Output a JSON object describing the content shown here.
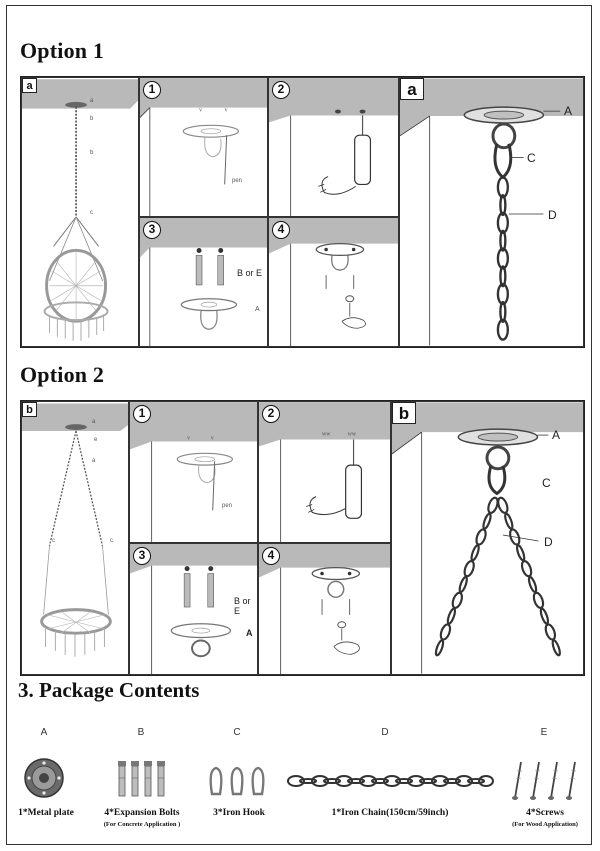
{
  "option1": {
    "heading": "Option 1",
    "panel_a_tag": "a",
    "steps": [
      "1",
      "2",
      "3",
      "4"
    ],
    "overview_labels": [
      "a",
      "b",
      "b",
      "c"
    ],
    "step1_label": "pen",
    "step3_label": "B or E",
    "step3_plate": "A",
    "detail_tag": "a",
    "detail_labels": {
      "a": "A",
      "c": "C",
      "d": "D"
    }
  },
  "option2": {
    "heading": "Option 2",
    "panel_b_tag": "b",
    "steps": [
      "1",
      "2",
      "3",
      "4"
    ],
    "overview_labels": [
      "a",
      "e",
      "a",
      "c",
      "c"
    ],
    "step1_label": "pen",
    "step3_label": "B or E",
    "step3_plate": "A",
    "detail_tag": "b",
    "detail_labels": {
      "a": "A",
      "c": "C",
      "d": "D"
    }
  },
  "package": {
    "heading": "3. Package Contents",
    "items": [
      {
        "letter": "A",
        "caption": "1*Metal plate",
        "sub": ""
      },
      {
        "letter": "B",
        "caption": "4*Expansion Bolts",
        "sub": "(For Concrete Application )"
      },
      {
        "letter": "C",
        "caption": "3*Iron Hook",
        "sub": ""
      },
      {
        "letter": "D",
        "caption": "1*Iron Chain(150cm/59inch)",
        "sub": ""
      },
      {
        "letter": "E",
        "caption": "4*Screws",
        "sub": "(For Wood Application)"
      }
    ]
  }
}
